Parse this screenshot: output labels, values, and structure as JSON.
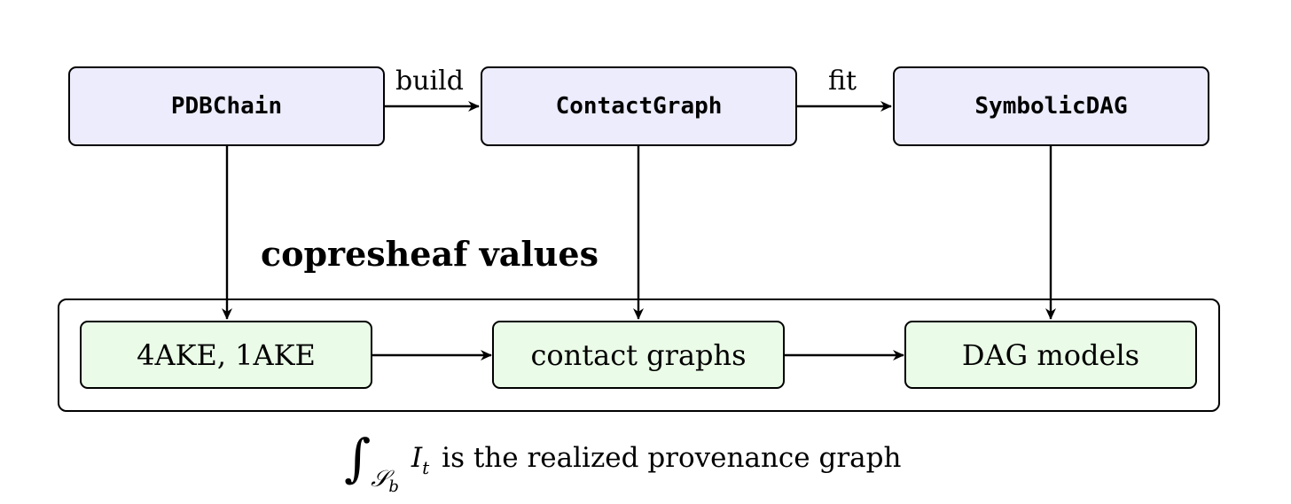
{
  "nodes": {
    "pdbchain": "PDBChain",
    "contactgraph": "ContactGraph",
    "symbolicdag": "SymbolicDAG"
  },
  "edges": {
    "build": "build",
    "fit": "fit"
  },
  "section": {
    "title": "copresheaf values"
  },
  "values": {
    "structures": "4AKE, 1AKE",
    "contact_graphs": "contact graphs",
    "dag_models": "DAG models"
  },
  "caption": {
    "integral": "∫",
    "domain_symbol": "𝒮",
    "domain_sub": "b",
    "integrand": "I",
    "integrand_sub": "t",
    "text": "is the realized provenance graph"
  }
}
